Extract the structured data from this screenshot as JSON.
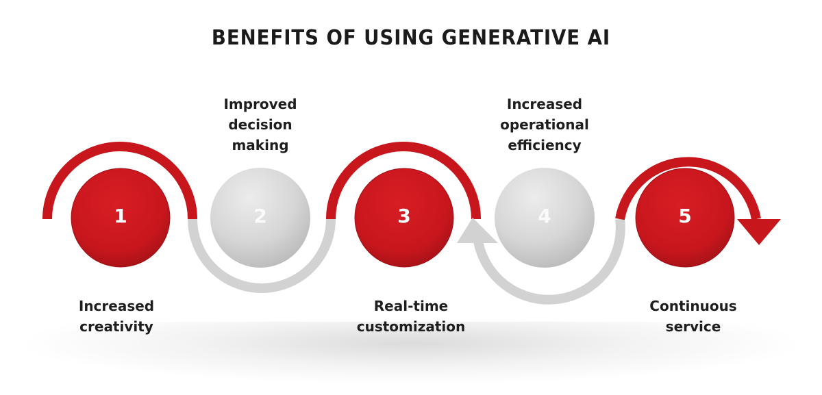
{
  "title": "BENEFITS OF USING GENERATIVE AI",
  "colors": {
    "red": "#c8161d",
    "red_dark": "#9e1015",
    "gray": "#d4d4d4",
    "gray_dark": "#b8b8b8",
    "text": "#1e1e1e"
  },
  "steps": [
    {
      "number": "1",
      "label_line1": "Increased",
      "label_line2": "creativity",
      "label_line3": "",
      "style": "red",
      "label_position": "below"
    },
    {
      "number": "2",
      "label_line1": "Improved",
      "label_line2": "decision",
      "label_line3": "making",
      "style": "gray",
      "label_position": "above"
    },
    {
      "number": "3",
      "label_line1": "Real-time",
      "label_line2": "customization",
      "label_line3": "",
      "style": "red",
      "label_position": "below"
    },
    {
      "number": "4",
      "label_line1": "Increased",
      "label_line2": "operational",
      "label_line3": "efficiency",
      "style": "gray",
      "label_position": "above"
    },
    {
      "number": "5",
      "label_line1": "Continuous",
      "label_line2": "service",
      "label_line3": "",
      "style": "red",
      "label_position": "below"
    }
  ]
}
